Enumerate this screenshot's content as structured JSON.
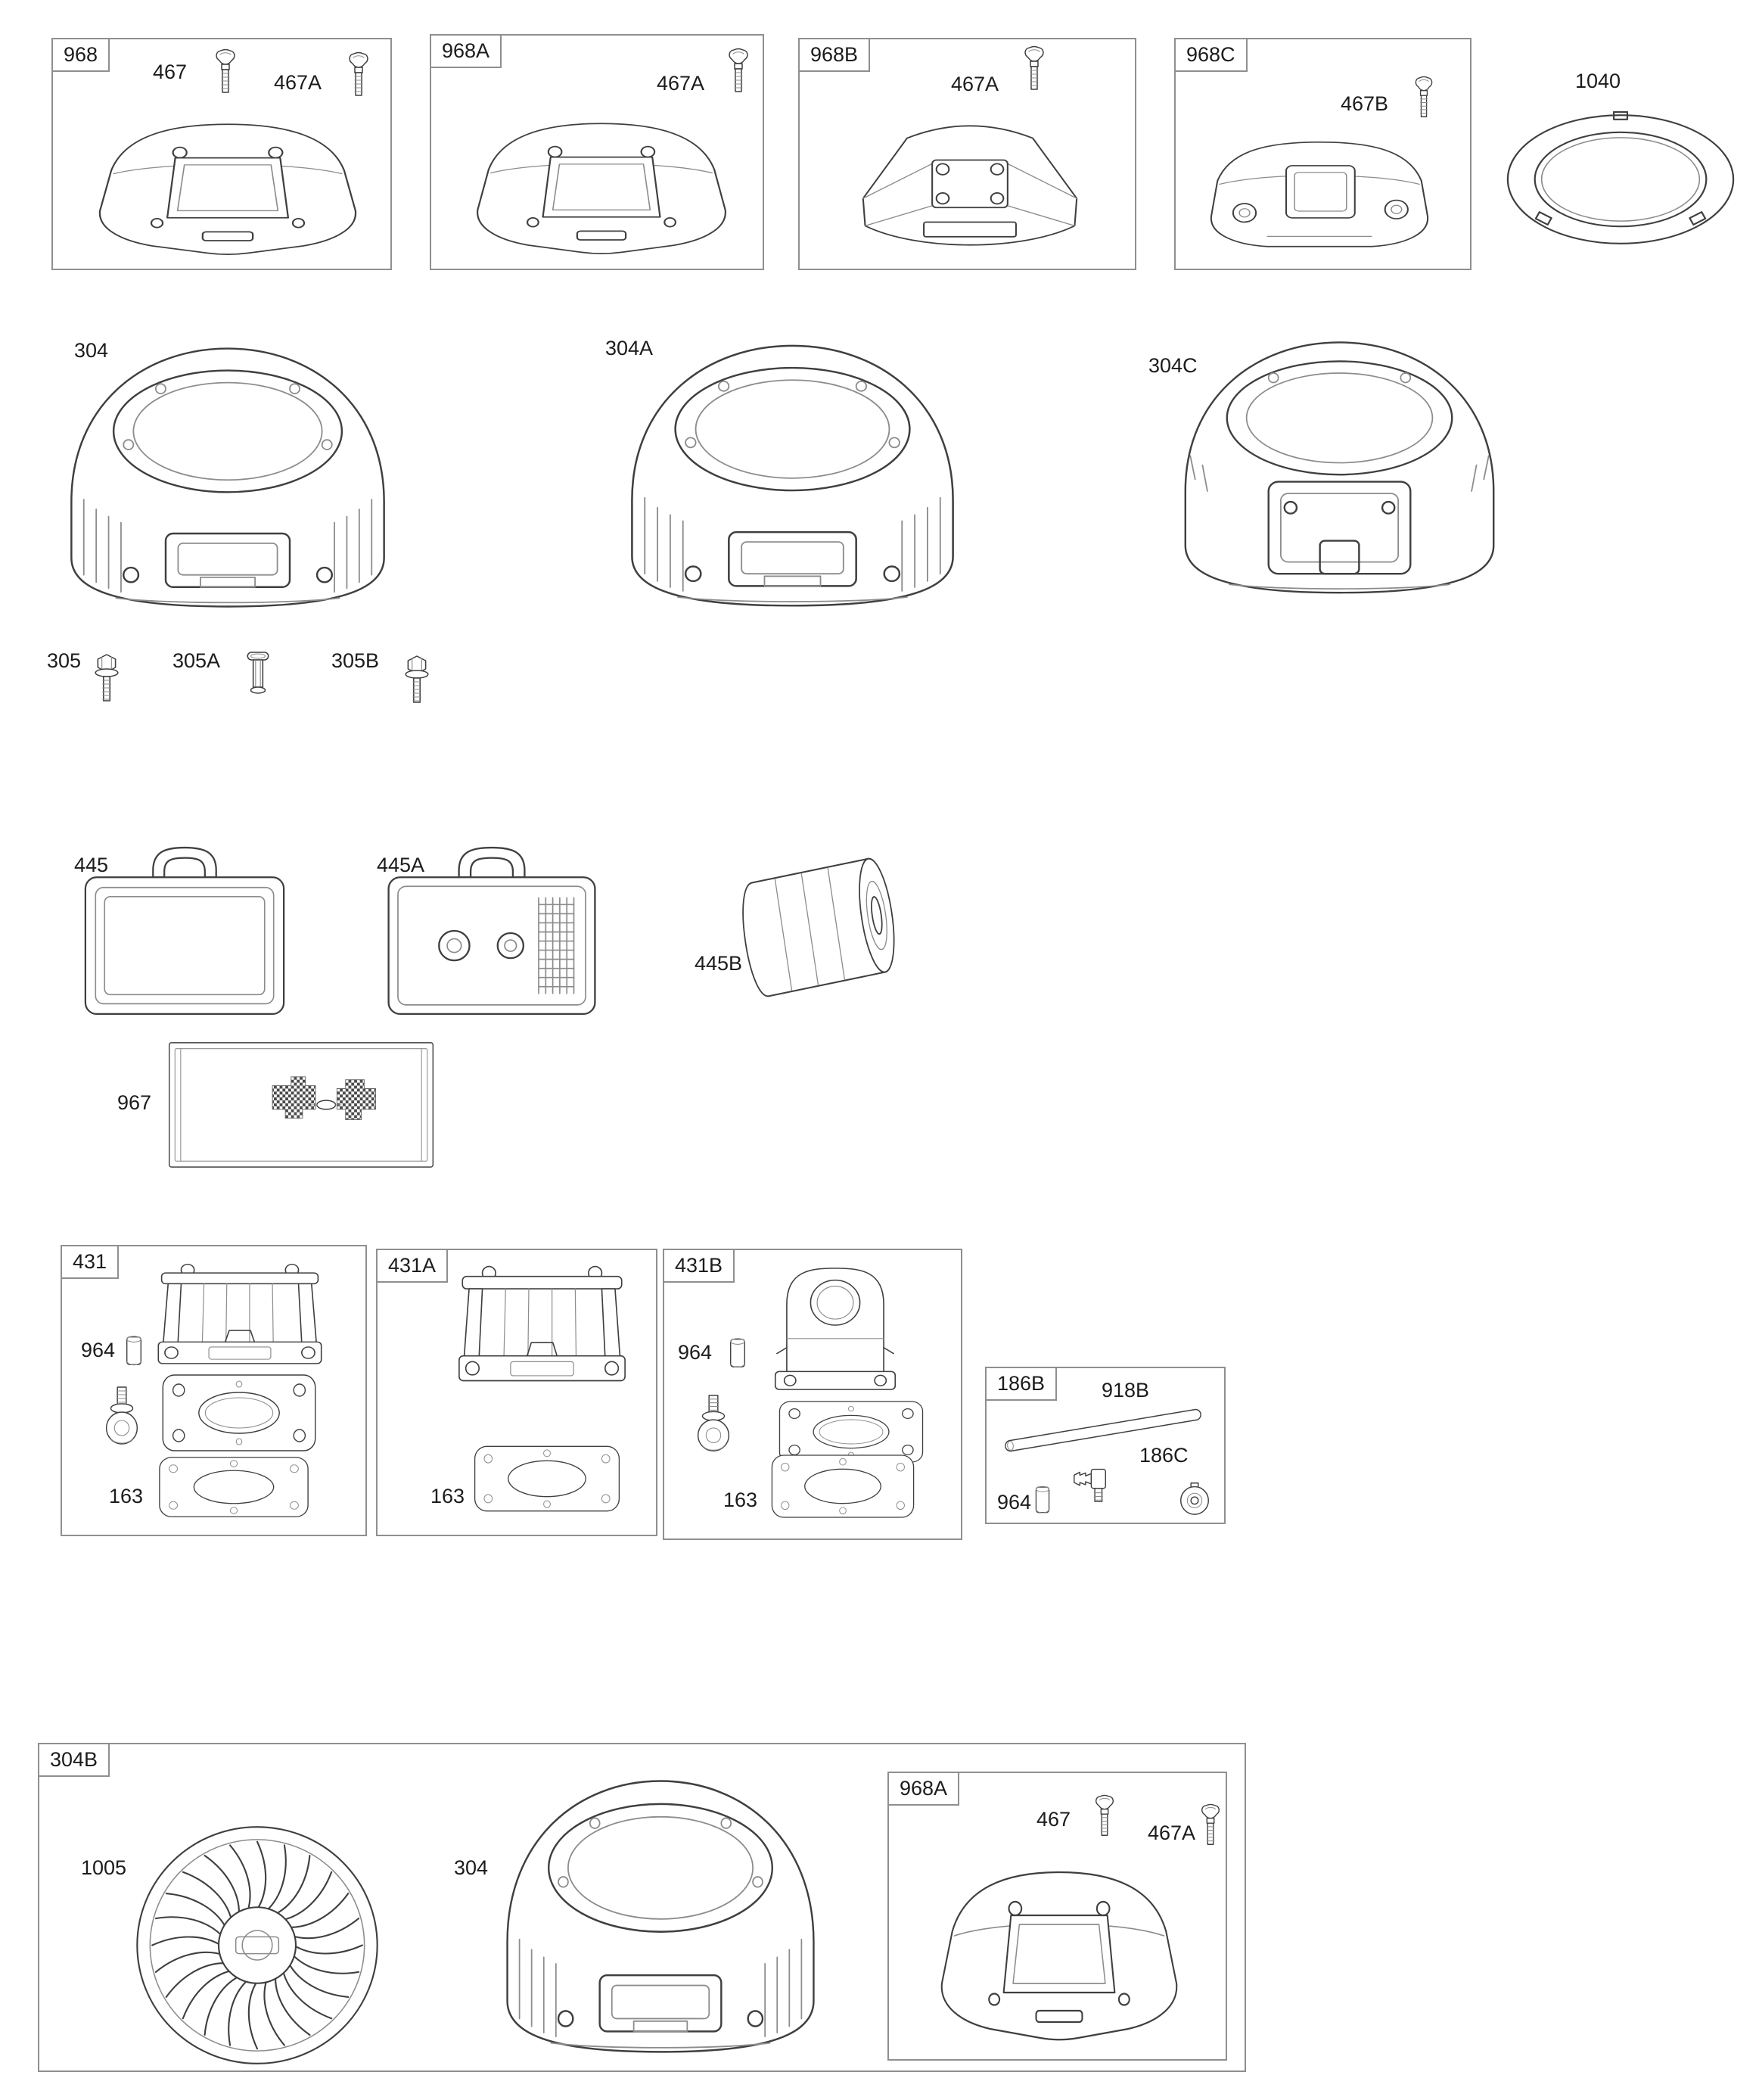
{
  "page": {
    "ink": "#3f3f3f",
    "border": "#8f8f8f",
    "background": "#ffffff"
  },
  "panels": {
    "cover968": {
      "tag": "968",
      "screw1": "467",
      "screw2": "467A"
    },
    "cover968A": {
      "tag": "968A",
      "screw1": "467A"
    },
    "cover968B": {
      "tag": "968B",
      "screw1": "467A"
    },
    "cover968C": {
      "tag": "968C",
      "screw1": "467B"
    },
    "group431": {
      "tag": "431",
      "spacer": "964",
      "gasket": "163"
    },
    "group431A": {
      "tag": "431A",
      "gasket": "163"
    },
    "group431B": {
      "tag": "431B",
      "spacer": "964",
      "gasket": "163"
    },
    "group186B": {
      "tag": "186B",
      "tube": "918B",
      "grommet": "186C",
      "spacer": "964"
    },
    "group304B": {
      "tag": "304B",
      "fan": "1005",
      "housing": "304",
      "cover968A": {
        "tag": "968A",
        "screw1": "467",
        "screw2": "467A"
      }
    }
  },
  "parts": {
    "ring": "1040",
    "housing304": "304",
    "housing304A": "304A",
    "housing304C": "304C",
    "screw305": "305",
    "rivet305A": "305A",
    "screw305B": "305B",
    "filter445": "445",
    "filter445A": "445A",
    "cartridge445B": "445B",
    "panel967": "967"
  }
}
